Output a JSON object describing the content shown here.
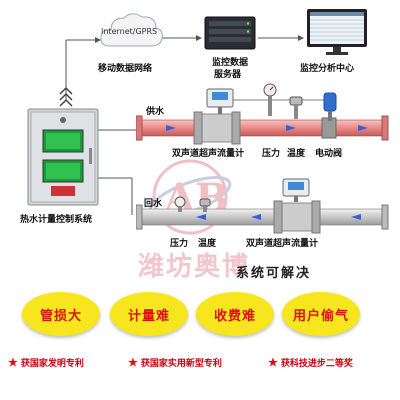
{
  "network": {
    "cloud_label": "Internet/GPRS",
    "mobile_net_label": "移动数据网络",
    "server_label_line1": "监控数据",
    "server_label_line2": "服务器",
    "center_label": "监控分析中心"
  },
  "system": {
    "control_system_label": "热水计量控制系统",
    "supply_label": "供水",
    "return_label": "回水"
  },
  "supply_instruments": {
    "flowmeter": "双声道超声流量计",
    "pressure": "压力",
    "temperature": "温度",
    "valve": "电动阀"
  },
  "return_instruments": {
    "pressure": "压力",
    "temperature": "温度",
    "flowmeter": "双声道超声流量计"
  },
  "brand": {
    "watermark_name": "潍坊奥博",
    "logo_letters": "AB"
  },
  "solve_title": "系统可解决",
  "problems": [
    "管损大",
    "计量难",
    "收费难",
    "用户偷气"
  ],
  "awards": [
    "获国家发明专利",
    "获国家实用新型专利",
    "获科技进步二等奖"
  ],
  "colors": {
    "supply_pipe": "#e88a88",
    "return_pipe": "#c9c9c9",
    "oval_fill": "#f7e51d",
    "problem_text": "#dd1111",
    "award_text": "#cc0011",
    "brand_watermark": "#f2c6cc"
  }
}
